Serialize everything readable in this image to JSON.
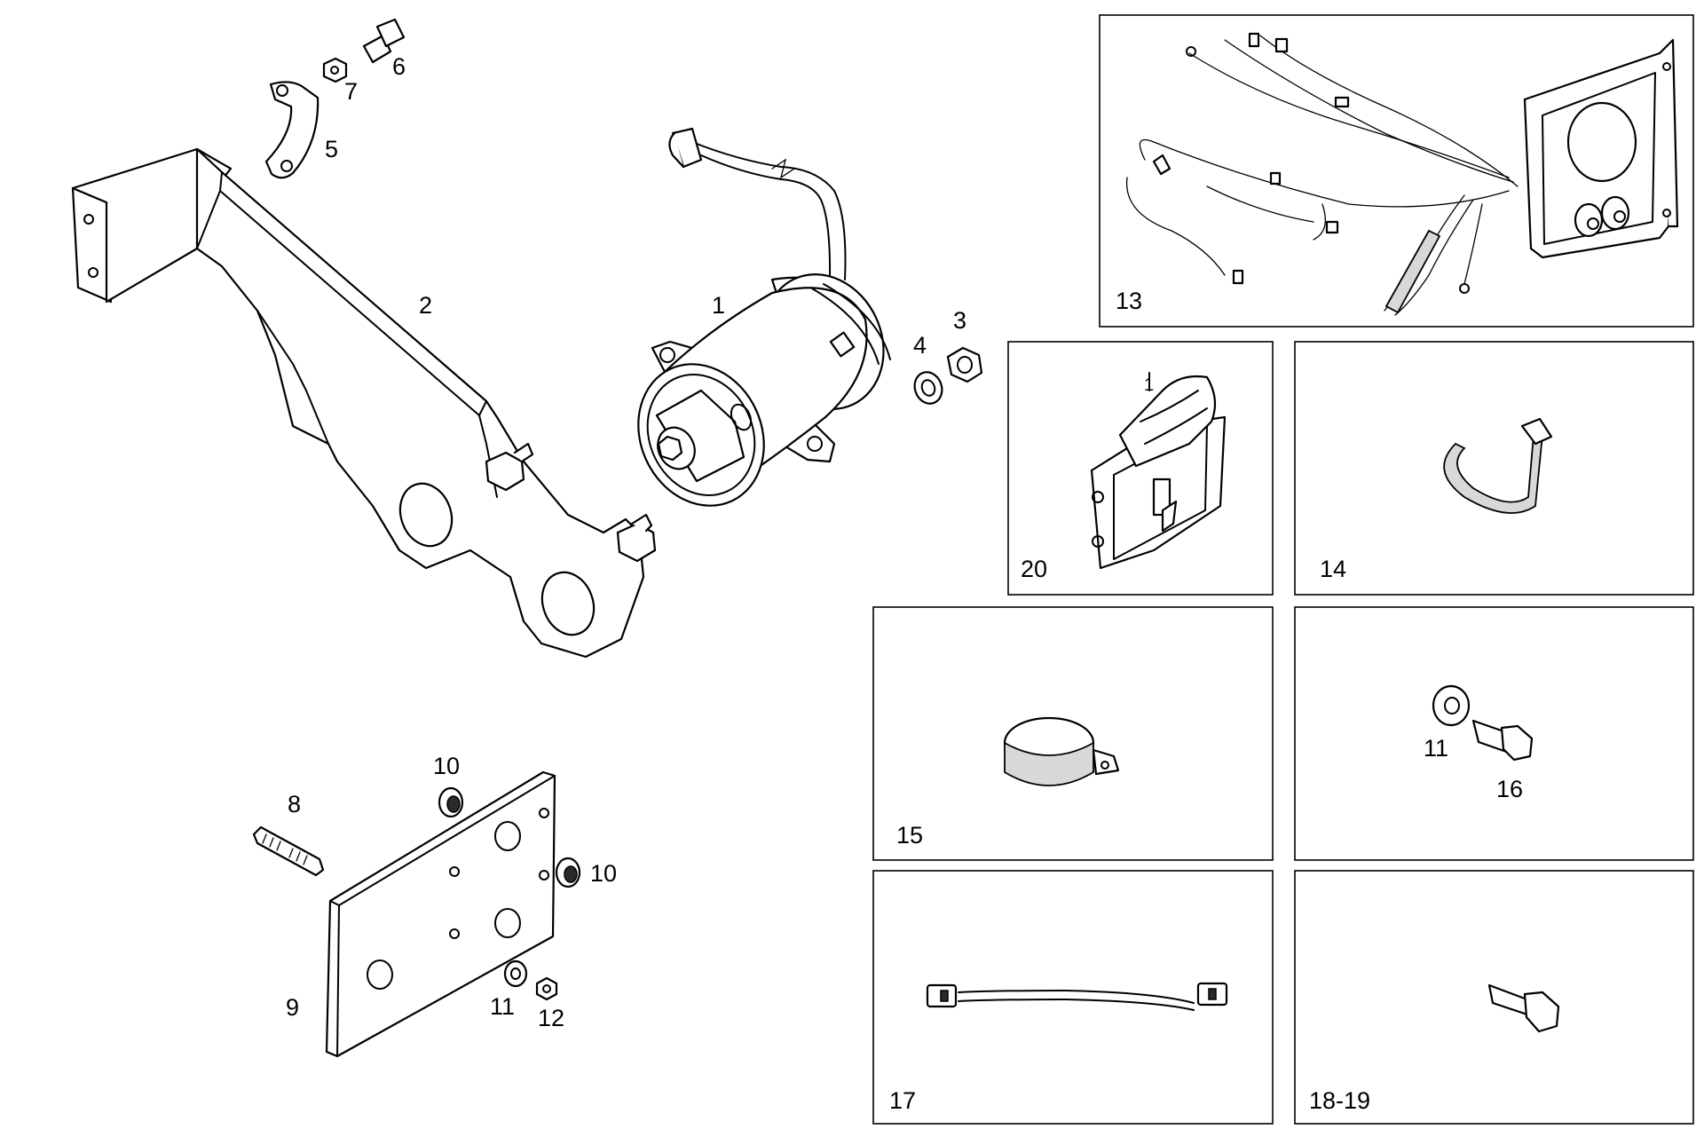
{
  "callouts": {
    "c1": "1",
    "c2": "2",
    "c3": "3",
    "c4": "4",
    "c5": "5",
    "c6": "6",
    "c7": "7",
    "c8": "8",
    "c9": "9",
    "c10a": "10",
    "c10b": "10",
    "c11a": "11",
    "c12": "12"
  },
  "panels": {
    "p13": "13",
    "p20": "20",
    "p20_inner": "1",
    "p14": "14",
    "p15": "15",
    "p11": "11",
    "p16": "16",
    "p17": "17",
    "p18_19": "18-19"
  }
}
